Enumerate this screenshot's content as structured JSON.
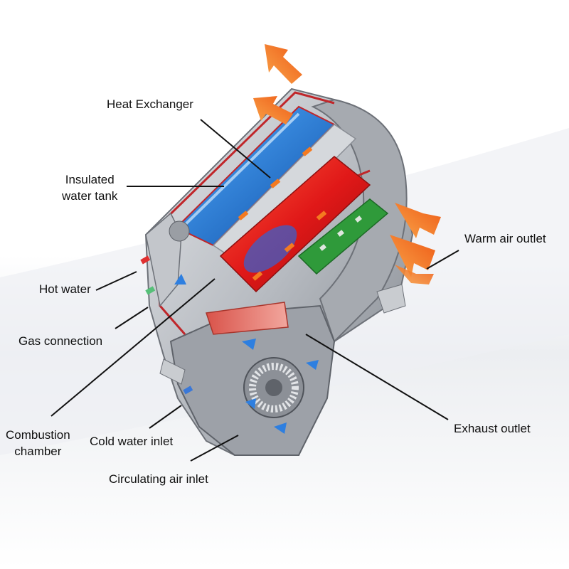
{
  "labels": {
    "heat_exchanger": "Heat Exchanger",
    "insulated_tank_line1": "Insulated",
    "insulated_tank_line2": "water tank",
    "warm_air_outlet": "Warm air outlet",
    "hot_water": "Hot water",
    "gas_connection": "Gas connection",
    "combustion_line1": "Combustion",
    "combustion_line2": "chamber",
    "cold_water_inlet": "Cold water inlet",
    "exhaust_outlet": "Exhaust outlet",
    "circulating_air_inlet": "Circulating air inlet"
  },
  "colors": {
    "tank_blue": "#2f7fd6",
    "combustion_red": "#e02020",
    "flow_arrow_orange": "#f47a20",
    "air_arrow_blue": "#2e7fe0",
    "casing_gray": "#b9bcc1",
    "outline_red": "#c0262a",
    "circuit_green": "#2f9a3a"
  }
}
